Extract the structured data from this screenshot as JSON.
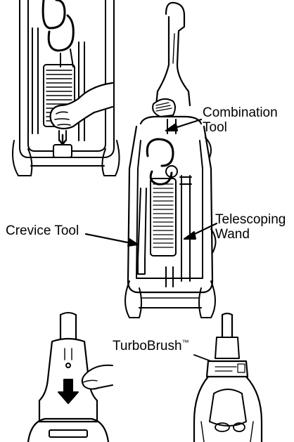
{
  "labels": {
    "combination_tool_line1": "Combination",
    "combination_tool_line2": "Tool",
    "crevice_tool": "Crevice Tool",
    "telescoping_wand_line1": "Telescoping",
    "telescoping_wand_line2": "Wand",
    "turbobrush": "TurboBrush",
    "turbobrush_mark": "™"
  },
  "colors": {
    "ink": "#000000",
    "paper": "#ffffff"
  }
}
